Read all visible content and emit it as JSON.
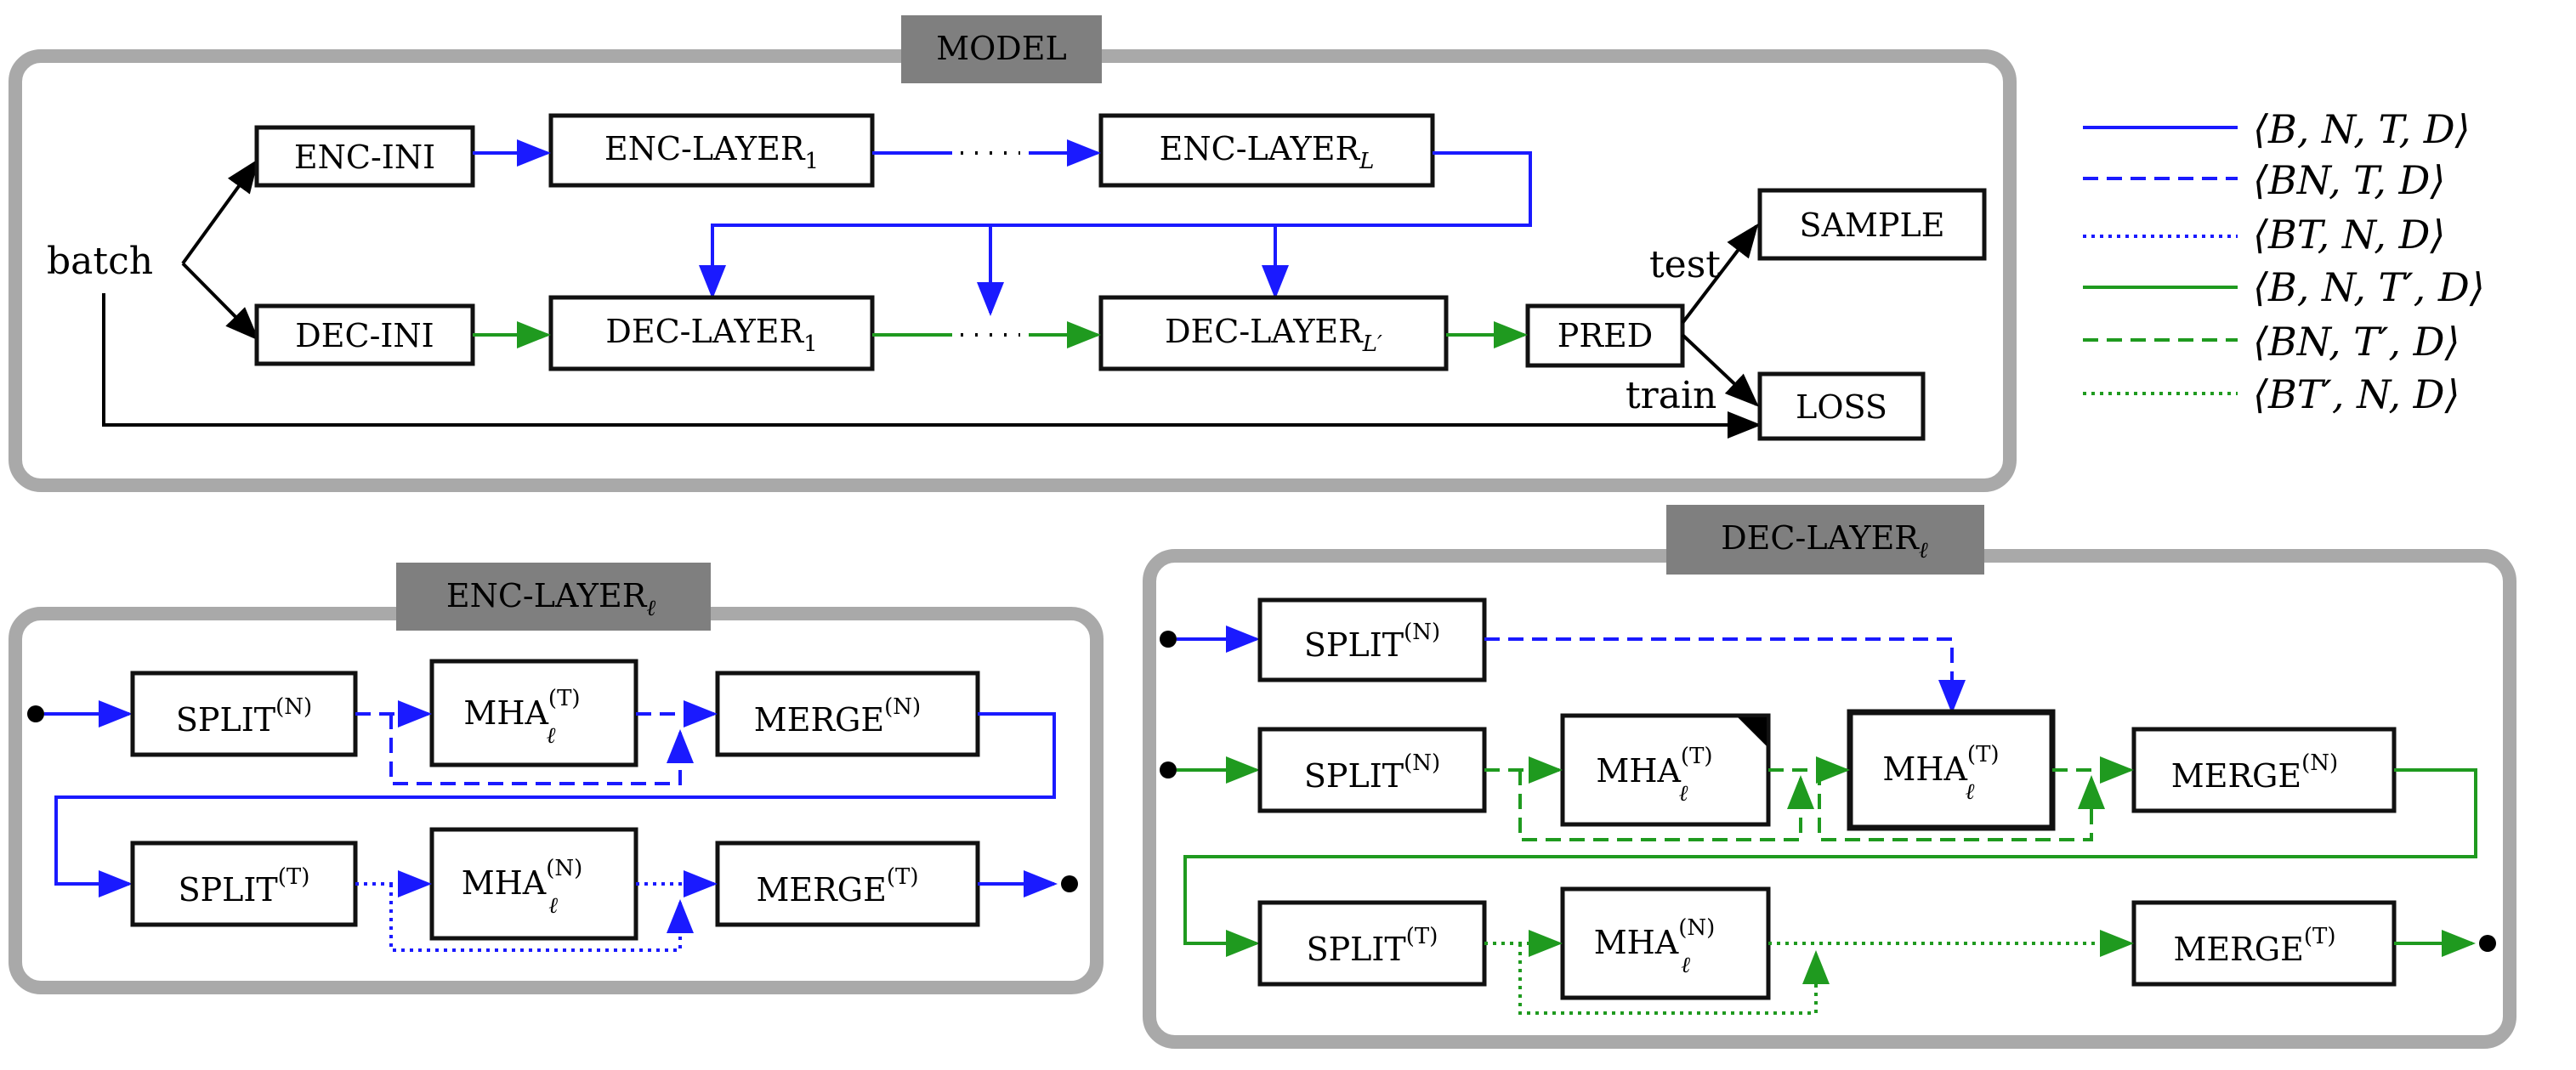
{
  "panels": {
    "model": {
      "title": "MODEL"
    },
    "enc_layer": {
      "title": "ENC-LAYER",
      "title_sub": "ℓ"
    },
    "dec_layer": {
      "title": "DEC-LAYER",
      "title_sub": "ℓ"
    }
  },
  "model": {
    "batch": "batch",
    "enc_ini": "ENC-INI",
    "enc_layer1": "ENC-LAYER",
    "enc_layer1_sub": "1",
    "enc_layerL": "ENC-LAYER",
    "enc_layerL_sub": "L",
    "dec_ini": "DEC-INI",
    "dec_layer1": "DEC-LAYER",
    "dec_layer1_sub": "1",
    "dec_layerL": "DEC-LAYER",
    "dec_layerL_sub": "L′",
    "pred": "PRED",
    "sample": "SAMPLE",
    "loss": "LOSS",
    "test": "test",
    "train": "train"
  },
  "enc": {
    "split_n": "SPLIT",
    "split_n_sup": "(N)",
    "mha_t": "MHA",
    "mha_t_sup": "(T)",
    "mha_t_sub": "ℓ",
    "merge_n": "MERGE",
    "merge_n_sup": "(N)",
    "split_t": "SPLIT",
    "split_t_sup": "(T)",
    "mha_n": "MHA",
    "mha_n_sup": "(N)",
    "mha_n_sub": "ℓ",
    "merge_t": "MERGE",
    "merge_t_sup": "(T)"
  },
  "dec": {
    "split_n_top": "SPLIT",
    "split_n_top_sup": "(N)",
    "split_n": "SPLIT",
    "split_n_sup": "(N)",
    "mha_t1": "MHA",
    "mha_t1_sup": "(T)",
    "mha_t1_sub": "ℓ",
    "mha_t2": "MHA",
    "mha_t2_sup": "(T)",
    "mha_t2_sub": "ℓ",
    "merge_n": "MERGE",
    "merge_n_sup": "(N)",
    "split_t": "SPLIT",
    "split_t_sup": "(T)",
    "mha_n": "MHA",
    "mha_n_sup": "(N)",
    "mha_n_sub": "ℓ",
    "merge_t": "MERGE",
    "merge_t_sup": "(T)"
  },
  "legend": [
    {
      "text": "⟨B, N, T, D⟩",
      "color": "#1a1aff",
      "style": "solid"
    },
    {
      "text": "⟨BN, T, D⟩",
      "color": "#1a1aff",
      "style": "dashed"
    },
    {
      "text": "⟨BT, N, D⟩",
      "color": "#1a1aff",
      "style": "dotted"
    },
    {
      "text": "⟨B, N, T′, D⟩",
      "color": "#1f9a1f",
      "style": "solid"
    },
    {
      "text": "⟨BN, T′, D⟩",
      "color": "#1f9a1f",
      "style": "dashed"
    },
    {
      "text": "⟨BT′, N, D⟩",
      "color": "#1f9a1f",
      "style": "dotted"
    }
  ],
  "colors": {
    "blue": "#1a1aff",
    "green": "#1f9a1f",
    "panel_border": "#a9a9a9",
    "tab": "#7f7f7f"
  }
}
